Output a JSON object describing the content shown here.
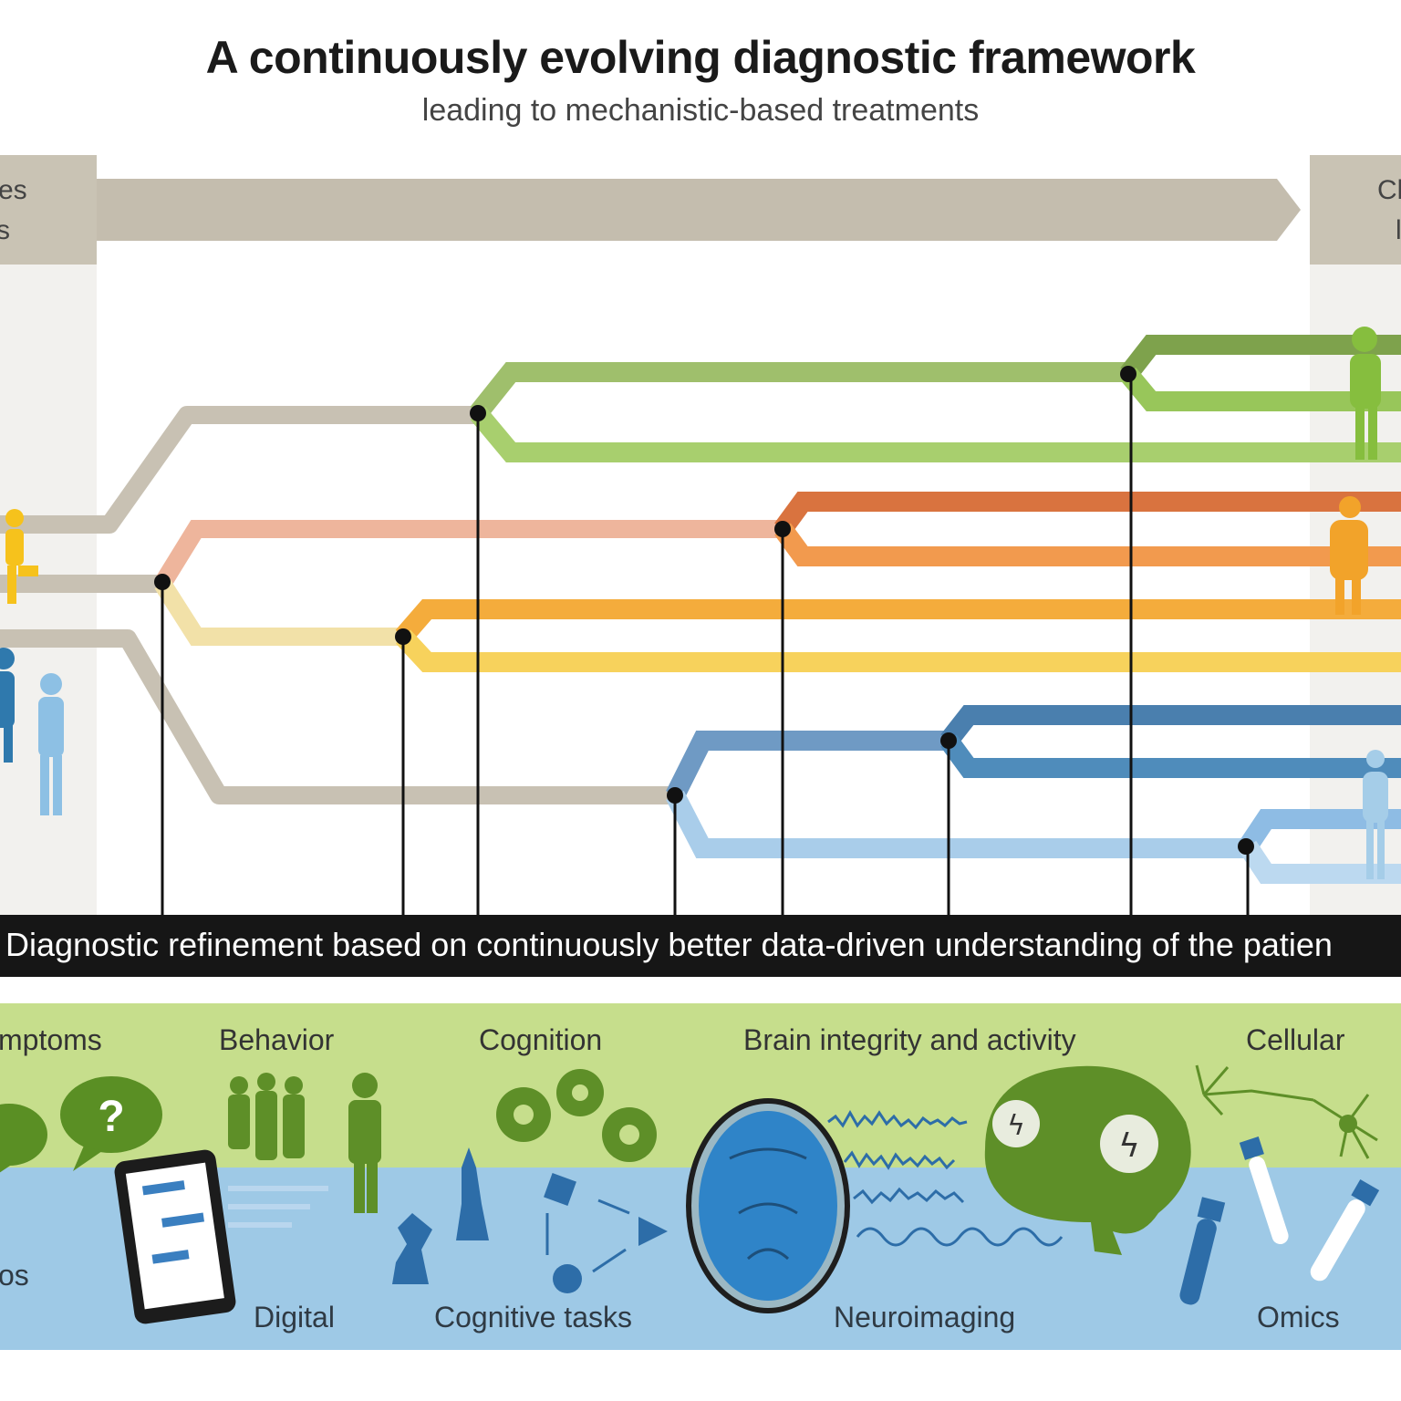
{
  "header": {
    "title": "A continuously evolving diagnostic framework",
    "subtitle": "leading to mechanistic-based treatments"
  },
  "left_box": {
    "lines": [
      "es",
      "s"
    ]
  },
  "right_box": {
    "lines": [
      "Cli",
      "l"
    ]
  },
  "banner": {
    "text": "Diagnostic refinement based on continuously better data-driven understanding of the patien"
  },
  "categories": {
    "symptoms": "mptoms",
    "behavior": "Behavior",
    "cognition": "Cognition",
    "brain": "Brain integrity and activity",
    "cellular": "Cellular"
  },
  "methods": {
    "left_cut": "os",
    "digital": "Digital",
    "cognitive_tasks": "Cognitive tasks",
    "neuroimaging": "Neuroimaging",
    "omics": "Omics"
  },
  "colors": {
    "gray": "#c4bdae",
    "green": "#8fb55a",
    "orange": "#e38a4c",
    "amber": "#f4ac3c",
    "yellow": "#f6d060",
    "blue": "#4f86b4",
    "lightblue": "#9fc6e6",
    "band_green": "#c6de8c",
    "band_blue": "#9ec9e6"
  },
  "icons": [
    "speech-bubble-icon",
    "question-icon",
    "people-silhouette-icon",
    "smartphone-icon",
    "gear-icon",
    "chess-icon",
    "cycle-shapes-icon",
    "brain-scan-icon",
    "brain-activity-icon",
    "eeg-wave-icon",
    "neuron-icon",
    "test-tube-icon"
  ]
}
